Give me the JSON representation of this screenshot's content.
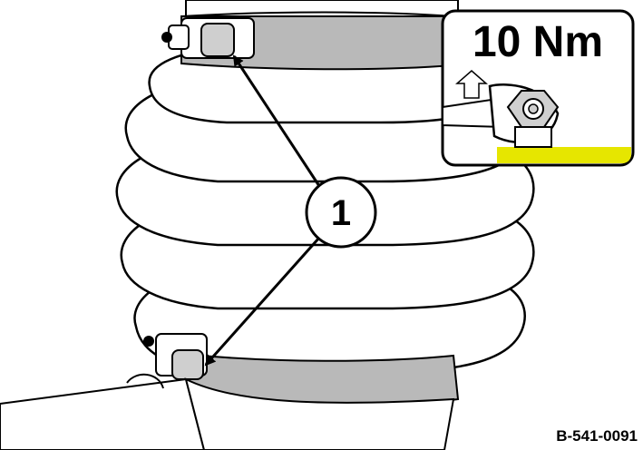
{
  "torque_box": {
    "value": "10 Nm",
    "highlight_color": "#e6e600"
  },
  "callout": {
    "number": "1"
  },
  "figure_ref": "B-541-0091",
  "colors": {
    "line": "#000000",
    "fill": "#ffffff",
    "shade": "#cfcfcf",
    "clamp_band": "#b9b9b9"
  }
}
